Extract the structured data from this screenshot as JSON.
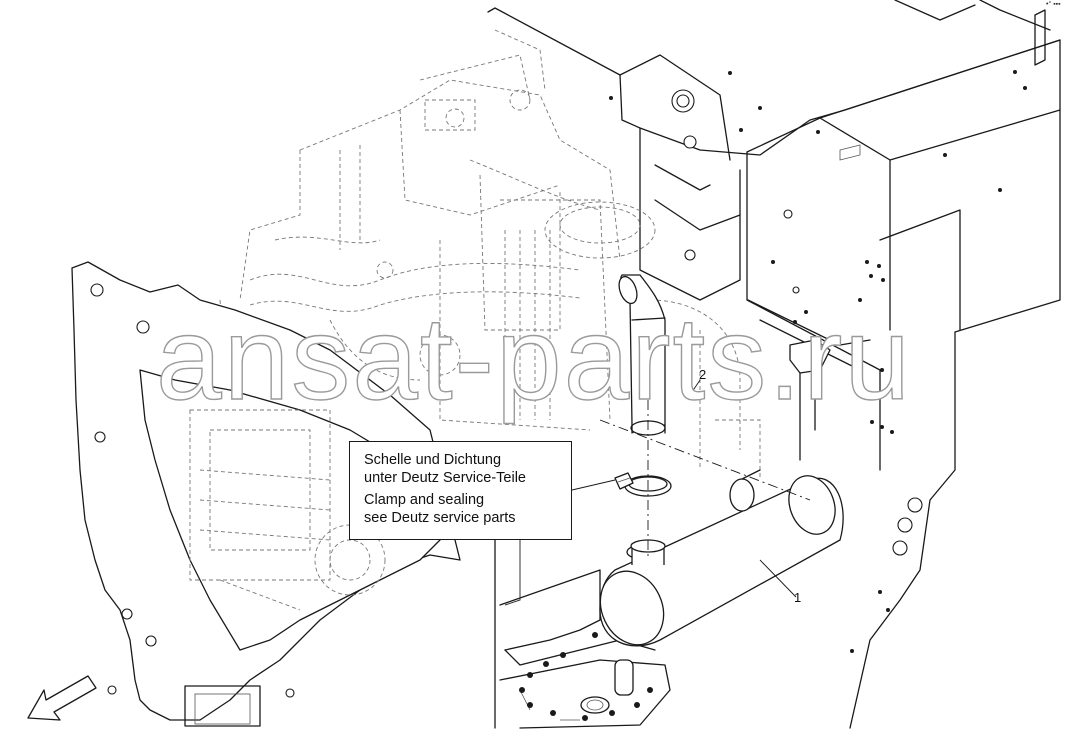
{
  "watermark": "ansat-parts.ru",
  "callout": {
    "de_line1": "Schelle und Dichtung",
    "de_line2": "unter Deutz Service-Teile",
    "en_line1": "Clamp and sealing",
    "en_line2": "see Deutz service parts"
  },
  "position_labels": {
    "item1": "1",
    "item2": "2"
  },
  "corner_mark": "•° ▪▪▪"
}
